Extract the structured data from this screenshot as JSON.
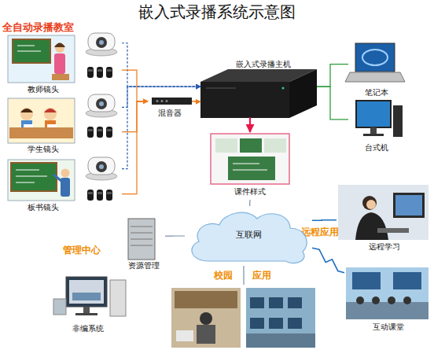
{
  "diagram": {
    "title": "嵌入式录播系统示意图",
    "nodes": [
      {
        "text": [
          "教师镜头"
        ]
      },
      {
        "text": [
          "学生镜头"
        ]
      },
      {
        "text": [
          "板书镜头"
        ]
      },
      {
        "text": [
          "混音器"
        ]
      },
      {
        "text": [
          "嵌入式录播主机"
        ]
      },
      {
        "text": [
          "笔记本"
        ]
      },
      {
        "text": [
          "台式机"
        ]
      },
      {
        "text": [
          "课件样式"
        ]
      },
      {
        "text": [
          "资源管理"
        ]
      },
      {
        "text": [
          "互联网"
        ]
      },
      {
        "text": [
          "远程学习"
        ]
      },
      {
        "text": [
          "非编系统"
        ]
      },
      {
        "text": [
          "互动课堂"
        ]
      }
    ],
    "edges": [
      {
        "from": 0,
        "to": 4,
        "arrow": "to"
      },
      {
        "from": 1,
        "to": 4,
        "arrow": "to"
      },
      {
        "from": 2,
        "to": 4,
        "arrow": "to"
      },
      {
        "from": 0,
        "to": 3,
        "arrow": "to"
      },
      {
        "from": 1,
        "to": 3,
        "arrow": "to"
      },
      {
        "from": 2,
        "to": 3,
        "arrow": "to"
      },
      {
        "from": 3,
        "to": 4,
        "arrow": "to"
      },
      {
        "from": 4,
        "to": 5,
        "arrow": "none"
      },
      {
        "from": 4,
        "to": 6,
        "arrow": "none"
      },
      {
        "from": 4,
        "to": 7,
        "arrow": "to"
      },
      {
        "from": 7,
        "to": 9,
        "arrow": "none"
      },
      {
        "from": 8,
        "to": 9,
        "arrow": "none"
      },
      {
        "from": 9,
        "to": 10,
        "arrow": "none"
      },
      {
        "from": 9,
        "to": 12,
        "arrow": "none"
      }
    ],
    "labels": [
      "全自动录播教室",
      "管理中心",
      "远程应用",
      "校园",
      "应用"
    ]
  }
}
